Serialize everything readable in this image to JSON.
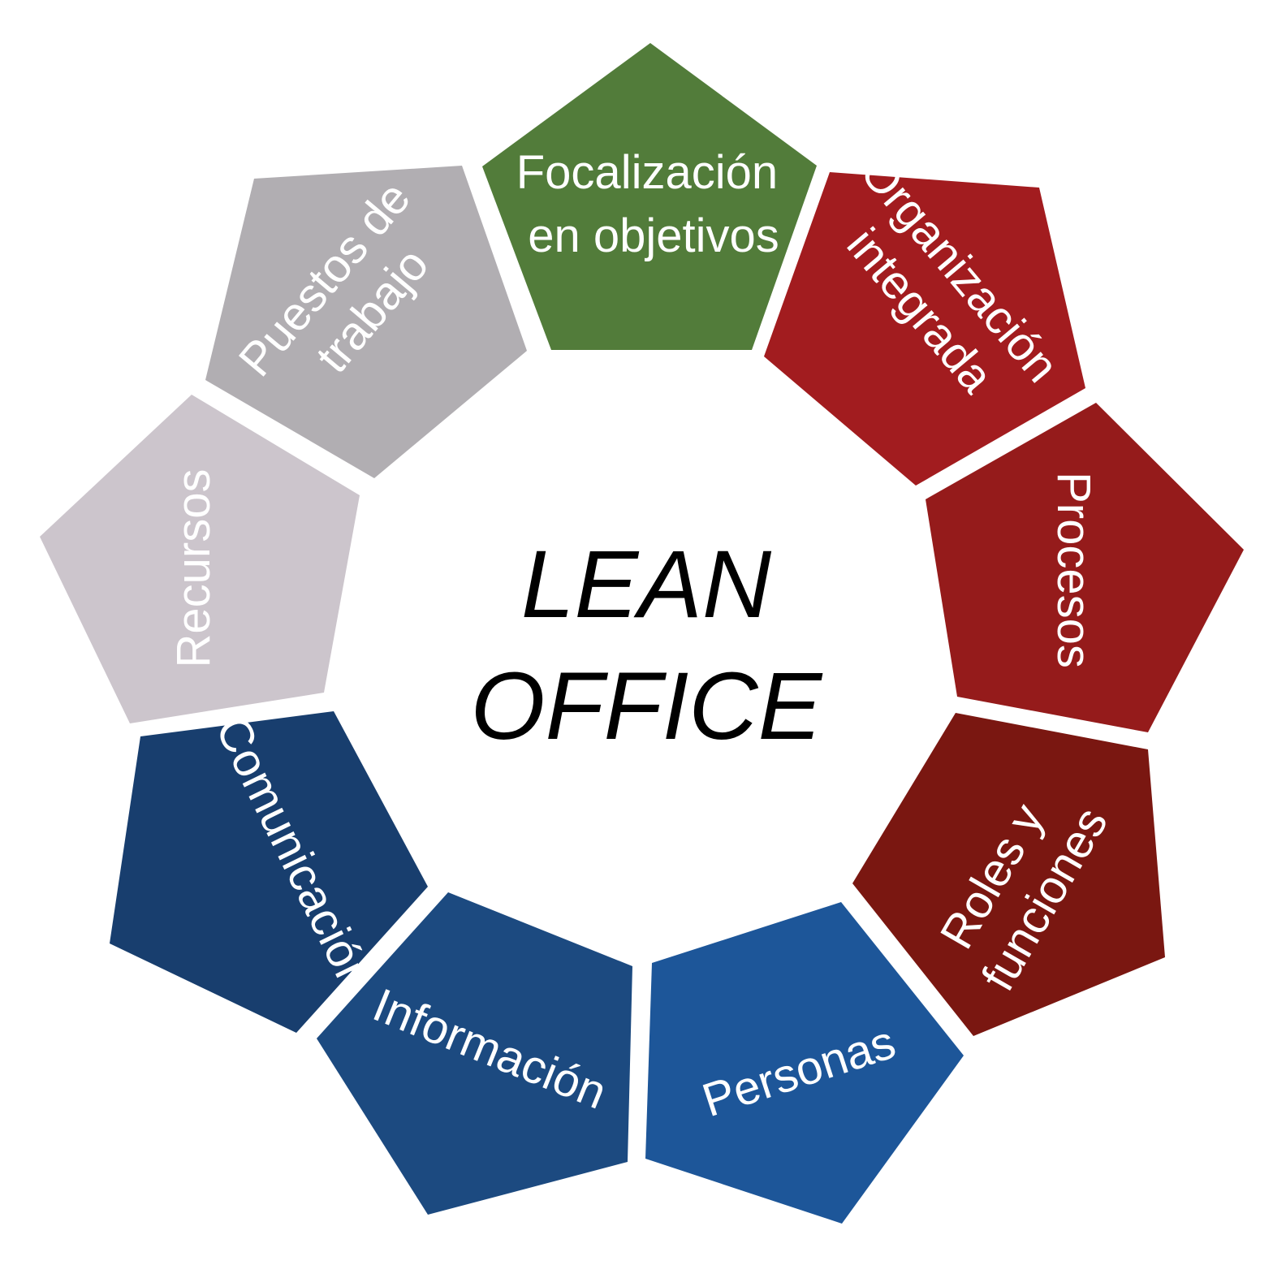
{
  "center": {
    "line1": "LEAN",
    "line2": "OFFICE"
  },
  "segments": [
    {
      "id": "focalizacion",
      "lines": [
        "Focalización",
        "en objetivos"
      ],
      "color": "#527c3a"
    },
    {
      "id": "organizacion",
      "lines": [
        "Organización",
        "integrada"
      ],
      "color": "#a21c1f"
    },
    {
      "id": "procesos",
      "lines": [
        "Procesos"
      ],
      "color": "#951b1b"
    },
    {
      "id": "roles",
      "lines": [
        "Roles y",
        "funciones"
      ],
      "color": "#7a1711"
    },
    {
      "id": "personas",
      "lines": [
        "Personas"
      ],
      "color": "#1d5699"
    },
    {
      "id": "informacion",
      "lines": [
        "Información"
      ],
      "color": "#1c4a80"
    },
    {
      "id": "comunicacion",
      "lines": [
        "Comunicación"
      ],
      "color": "#183e6e"
    },
    {
      "id": "recursos",
      "lines": [
        "Recursos"
      ],
      "color": "#ccc5cc"
    },
    {
      "id": "puestos",
      "lines": [
        "Puestos de",
        "trabajo"
      ],
      "color": "#b1aeb2"
    }
  ]
}
